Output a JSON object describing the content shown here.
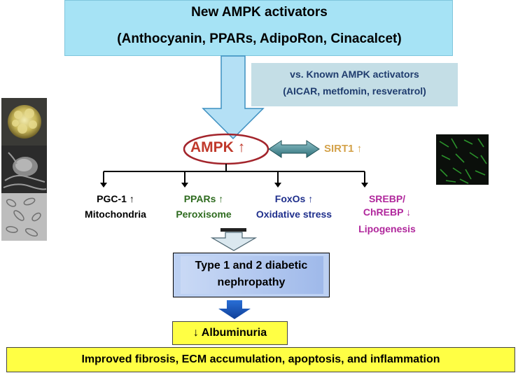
{
  "top": {
    "title": "New AMPK activators",
    "subtitle": "(Anthocyanin, PPARs, AdipoRon, Cinacalcet)"
  },
  "known": {
    "line1": "vs. Known AMPK activators",
    "line2": "(AICAR, metfomin, resveratrol)"
  },
  "ampk": "AMPK ↑",
  "sirt1": "SIRT1 ↑",
  "branches": [
    {
      "line1": "PGC-1 ↑",
      "line2": "Mitochondria"
    },
    {
      "line1": "PPARs ↑",
      "line2": "Peroxisome"
    },
    {
      "line1": "FoxOs ↑",
      "line2": "Oxidative stress"
    },
    {
      "line1": "SREBP/",
      "line2": "ChREBP ↓",
      "line3": "Lipogenesis"
    }
  ],
  "nephropathy": {
    "line1": "Type 1 and 2 diabetic",
    "line2": "nephropathy"
  },
  "albuminuria": "↓ Albuminuria",
  "outcome": "Improved fibrosis, ECM accumulation, apoptosis, and inflammation",
  "colors": {
    "ampk": "#c0392b",
    "sirt1": "#d4a24a",
    "ppars": "#2e6b1f",
    "foxos": "#1f2f8c",
    "srebp": "#b0279c",
    "highlight": "#ffff44",
    "top_box": "#a6e3f5"
  }
}
